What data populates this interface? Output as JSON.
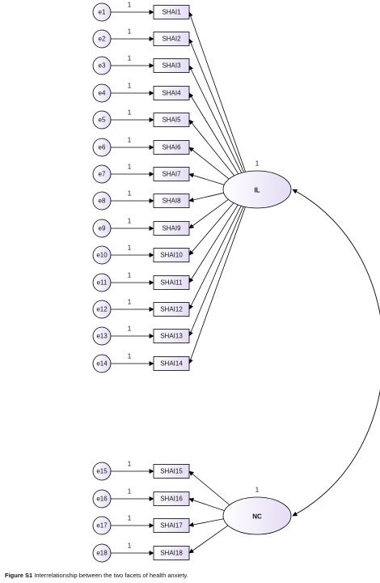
{
  "diagram": {
    "observed": [
      "SHAI1",
      "SHAI2",
      "SHAI3",
      "SHAI4",
      "SHAI5",
      "SHAI6",
      "SHAI7",
      "SHAI8",
      "SHAI9",
      "SHAI10",
      "SHAI11",
      "SHAI12",
      "SHAI13",
      "SHAI14",
      "SHAI15",
      "SHAI16",
      "SHAI17",
      "SHAI18"
    ],
    "errors": [
      "e1",
      "e2",
      "e3",
      "e4",
      "e5",
      "e6",
      "e7",
      "e8",
      "e9",
      "e10",
      "e11",
      "e12",
      "e13",
      "e14",
      "e15",
      "e16",
      "e17",
      "e18"
    ],
    "error_path_label": "1",
    "latent": [
      {
        "label": "IL",
        "variance_label": "1",
        "indicators": [
          0,
          1,
          2,
          3,
          4,
          5,
          6,
          7,
          8,
          9,
          10,
          11,
          12,
          13
        ]
      },
      {
        "label": "NC",
        "variance_label": "1",
        "indicators": [
          14,
          15,
          16,
          17
        ]
      }
    ],
    "colors": {
      "node_fill": "#e4dcf4",
      "stroke": "#000000"
    }
  },
  "caption": {
    "label": "Figure S1",
    "text": "Interrelationship between the two facets of health anxiety."
  }
}
